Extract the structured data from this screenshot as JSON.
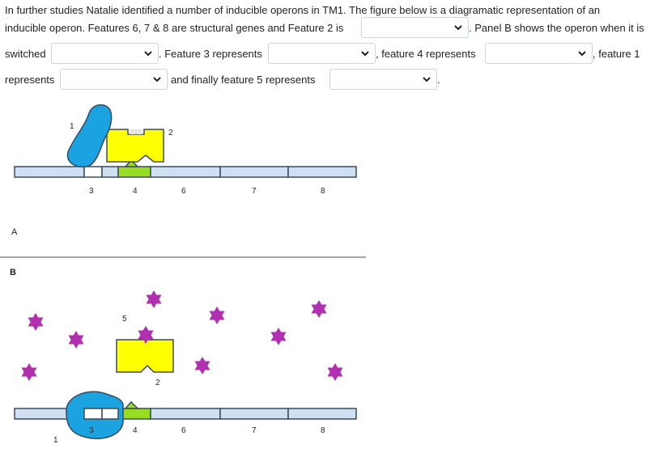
{
  "question": {
    "line1": "In further studies Natalie identified a number of inducible operons in TM1. The figure below is a diagramatic representation of an",
    "line2_a": "inducible operon. Features 6, 7 & 8 are structural genes and Feature 2 is",
    "line2_b": ". Panel B shows the operon when it is",
    "line3_a": "switched",
    "line3_b": ". Feature 3 represents",
    "line3_c": ", feature 4 represents",
    "line3_d": ", feature 1",
    "line4_a": "represents",
    "line4_b": "and finally feature 5  represents",
    "line4_c": "."
  },
  "dropdowns": [
    {
      "selected": ""
    },
    {
      "selected": ""
    },
    {
      "selected": ""
    },
    {
      "selected": ""
    },
    {
      "selected": ""
    },
    {
      "selected": ""
    }
  ],
  "figure": {
    "panel_a_label": "A",
    "panel_b_label": "B",
    "panel_a_features": [
      "1",
      "2",
      "3",
      "4",
      "6",
      "7",
      "8"
    ],
    "panel_b_features": [
      "1",
      "2",
      "3",
      "4",
      "5",
      "6",
      "7",
      "8"
    ],
    "colors": {
      "dna": "#cfe0f3",
      "dna_stroke": "#3a4a5c",
      "repressor": "#1aa3e0",
      "regulator_yellow": "#ffff00",
      "operator_green": "#99dd22",
      "inducer": "#b030b0"
    }
  }
}
